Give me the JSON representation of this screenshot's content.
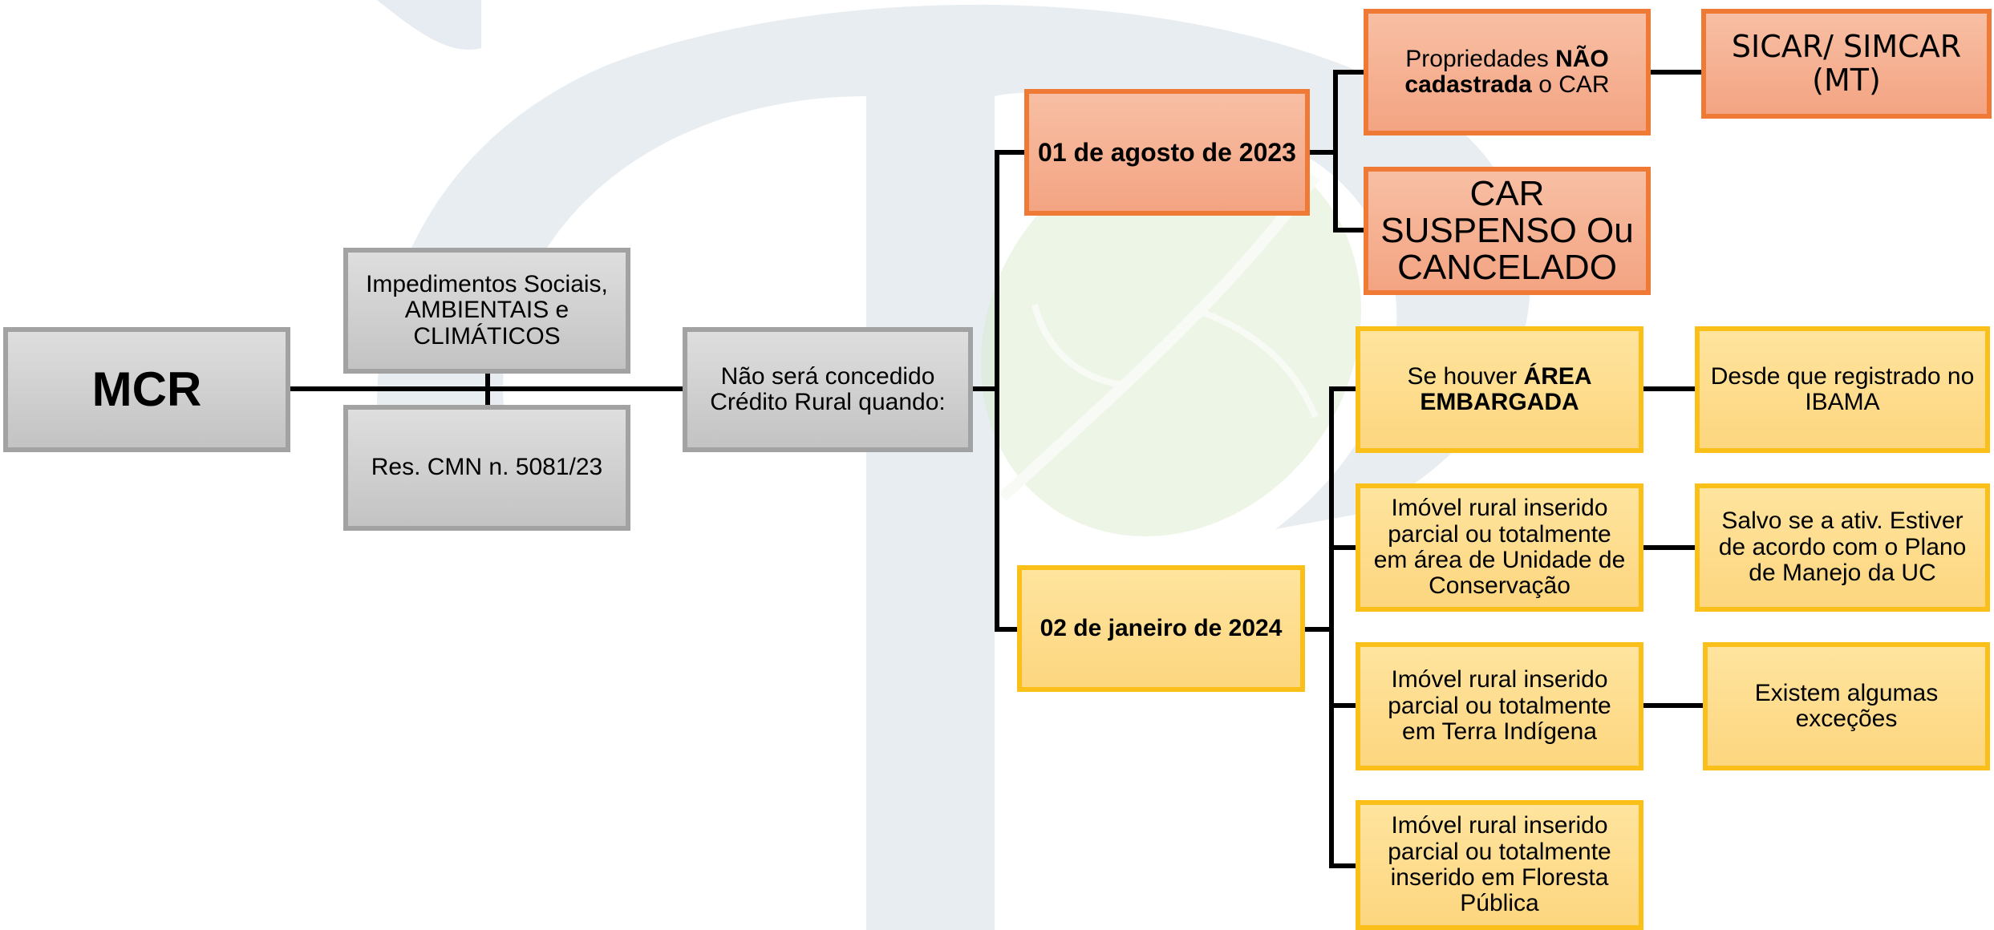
{
  "colors": {
    "gray_fill": "#c9c9c9",
    "gray_border": "#a2a2a2",
    "orange_fill": "#f5ad8c",
    "orange_border": "#ee7a35",
    "yellow_fill": "#fdd988",
    "yellow_border": "#fbbf1a",
    "connector": "#000000",
    "watermark_blue": "#e6ecf0",
    "watermark_green": "#eef6e7"
  },
  "nodes": {
    "mcr": "MCR",
    "impedimentos": "Impedimentos Sociais, AMBIENTAIS e CLIMÁTICOS",
    "resolucao": "Res. CMN n. 5081/23",
    "nao_concedido": "Não será concedido Crédito Rural quando:",
    "data_agosto": "01 de agosto de 2023",
    "data_janeiro": "02 de janeiro de 2024",
    "propriedades": {
      "pre": "Propriedades ",
      "bold": "NÃO cadastrada",
      "post": " o CAR"
    },
    "sicar": "SICAR/ SIMCAR (MT)",
    "car_suspenso": "CAR SUSPENSO Ou CANCELADO",
    "area_embargada": {
      "pre": "Se houver ",
      "bold": "ÁREA EMBARGADA"
    },
    "ibama": "Desde que registrado no IBAMA",
    "unidade_conservacao": "Imóvel rural inserido parcial ou totalmente em área de Unidade de Conservação",
    "plano_manejo": "Salvo se a ativ. Estiver de acordo com o Plano de Manejo da UC",
    "terra_indigena": "Imóvel rural inserido parcial ou totalmente em Terra Indígena",
    "excecoes": "Existem algumas exceções",
    "floresta_publica": "Imóvel rural inserido parcial ou totalmente inserido em Floresta Pública"
  }
}
